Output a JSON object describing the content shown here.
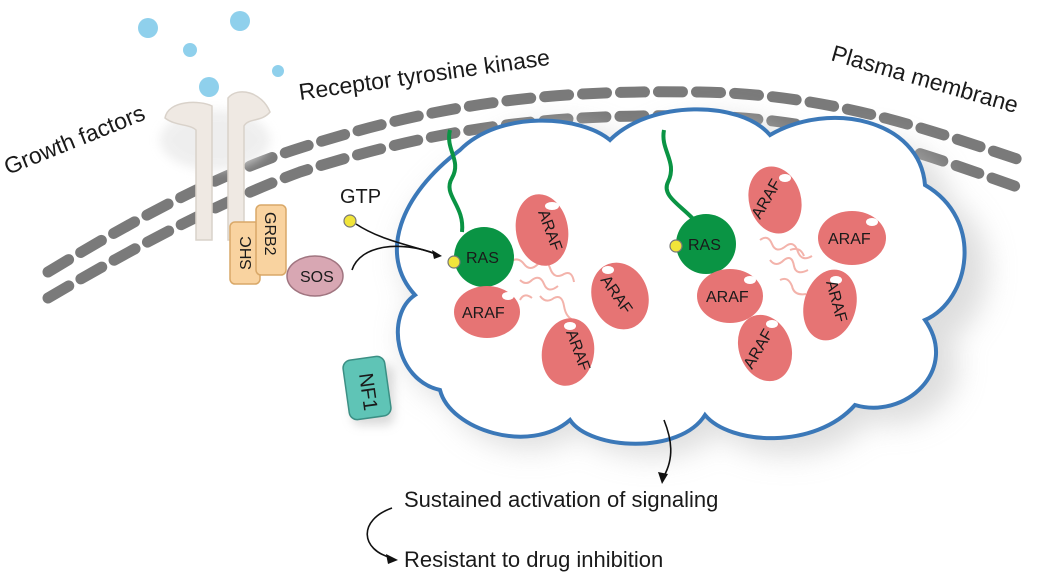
{
  "labels": {
    "growth_factors": "Growth factors",
    "receptor": "Receptor tyrosine kinase",
    "membrane": "Plasma membrane",
    "gtp": "GTP",
    "shc": "SHC",
    "grb2": "GRB2",
    "sos": "SOS",
    "nf1": "NF1",
    "ras": "RAS",
    "araf": "ARAF",
    "outcome_1": "Sustained activation of signaling",
    "outcome_2": "Resistant to drug inhibition"
  },
  "colors": {
    "ras": "#0a9444",
    "araf": "#e67474",
    "cloud": "#3b78b8",
    "membrane": "#7a7a7a",
    "growth_factor": "#8fd0ec",
    "receptor": "#efe9e3",
    "shc_grb2": "#f9d3a0",
    "sos": "#d8a7b3",
    "nf1": "#5fc4b6",
    "gtp": "#f1e53a"
  }
}
